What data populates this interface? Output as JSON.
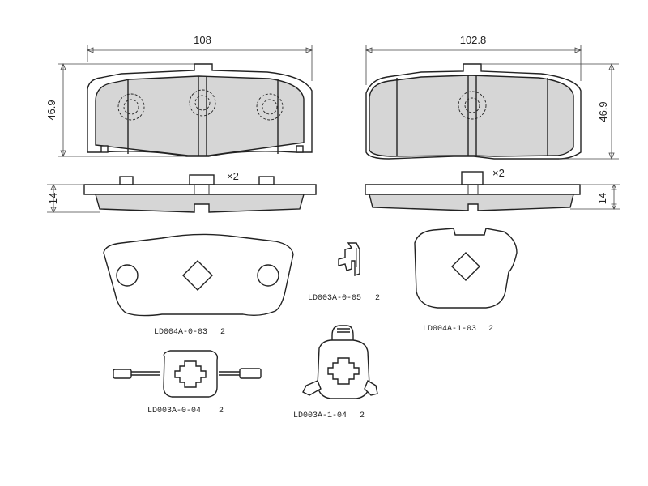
{
  "dimensions": {
    "pad_left_width": "108",
    "pad_right_width": "102.8",
    "pad_left_height": "46.9",
    "pad_right_height": "46.9",
    "side_left_thickness": "14",
    "side_right_thickness": "14"
  },
  "quantity": {
    "side_left": "×2",
    "side_right": "×2"
  },
  "parts": {
    "shim_left": {
      "code": "LD004A-0-03",
      "qty": "2"
    },
    "clip_small": {
      "code": "LD003A-0-05",
      "qty": "2"
    },
    "shim_right": {
      "code": "LD004A-1-03",
      "qty": "2"
    },
    "spring_left": {
      "code": "LD003A-0-04",
      "qty": "2"
    },
    "spring_right": {
      "code": "LD003A-1-04",
      "qty": "2"
    }
  }
}
